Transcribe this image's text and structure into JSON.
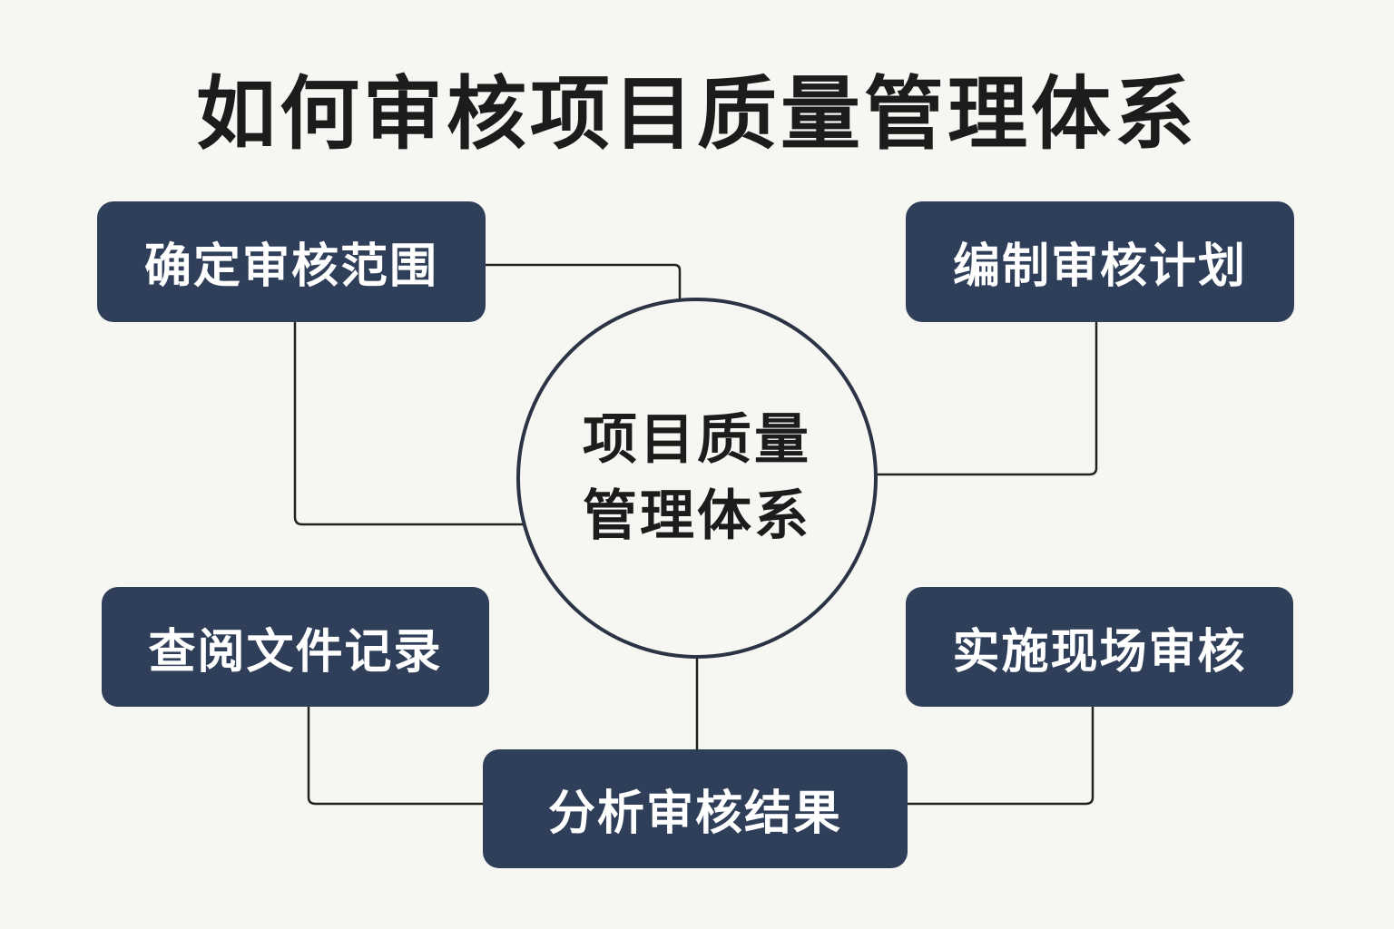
{
  "title": "如何审核项目质量管理体系",
  "center": {
    "line1": "项目质量",
    "line2": "管理体系"
  },
  "nodes": [
    {
      "label": "确定审核范围"
    },
    {
      "label": "编制审核计划"
    },
    {
      "label": "查阅文件记录"
    },
    {
      "label": "实施现场审核"
    },
    {
      "label": "分析审核结果"
    }
  ],
  "colors": {
    "node_fill": "#2f3f59",
    "background": "#f6f6f3",
    "connector": "#222222"
  }
}
